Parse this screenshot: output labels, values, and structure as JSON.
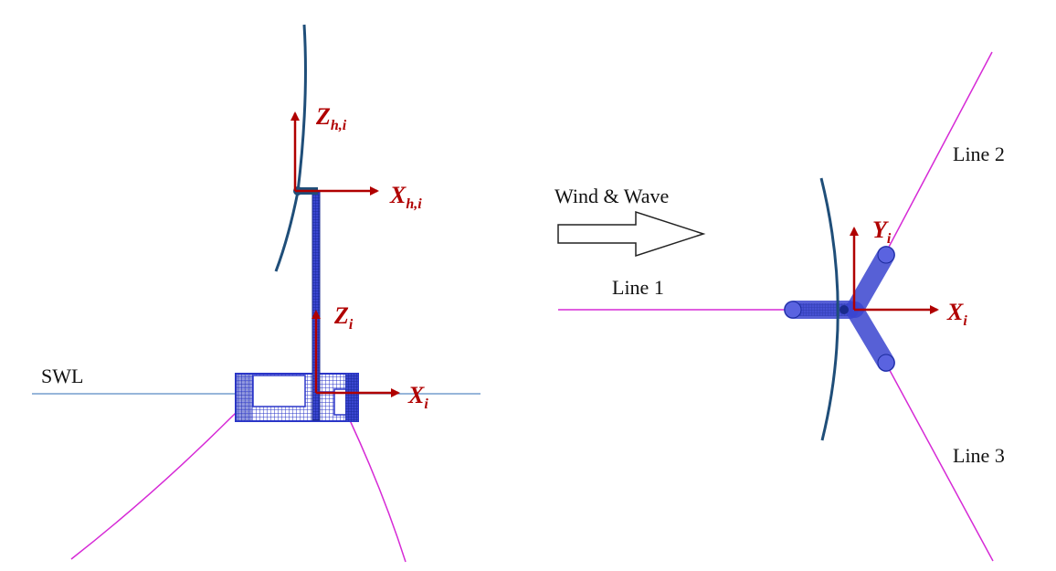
{
  "labels": {
    "swl": "SWL",
    "wind_wave": "Wind & Wave",
    "line1": "Line 1",
    "line2": "Line 2",
    "line3": "Line 3"
  },
  "axes": {
    "z_hub": {
      "main": "Z",
      "sub": "h,i"
    },
    "x_hub": {
      "main": "X",
      "sub": "h,i"
    },
    "z_i": {
      "main": "Z",
      "sub": "i"
    },
    "x_side": {
      "main": "X",
      "sub": "i"
    },
    "y_top": {
      "main": "Y",
      "sub": "i"
    },
    "x_top": {
      "main": "X",
      "sub": "i"
    }
  },
  "colors": {
    "axis_arrow": "#b00000",
    "blade": "#1f4e79",
    "mooring_line": "#d62ad6",
    "water_line": "#2f6db5",
    "platform_mesh": "#2a35c8",
    "tower": "#1a2a8c"
  }
}
